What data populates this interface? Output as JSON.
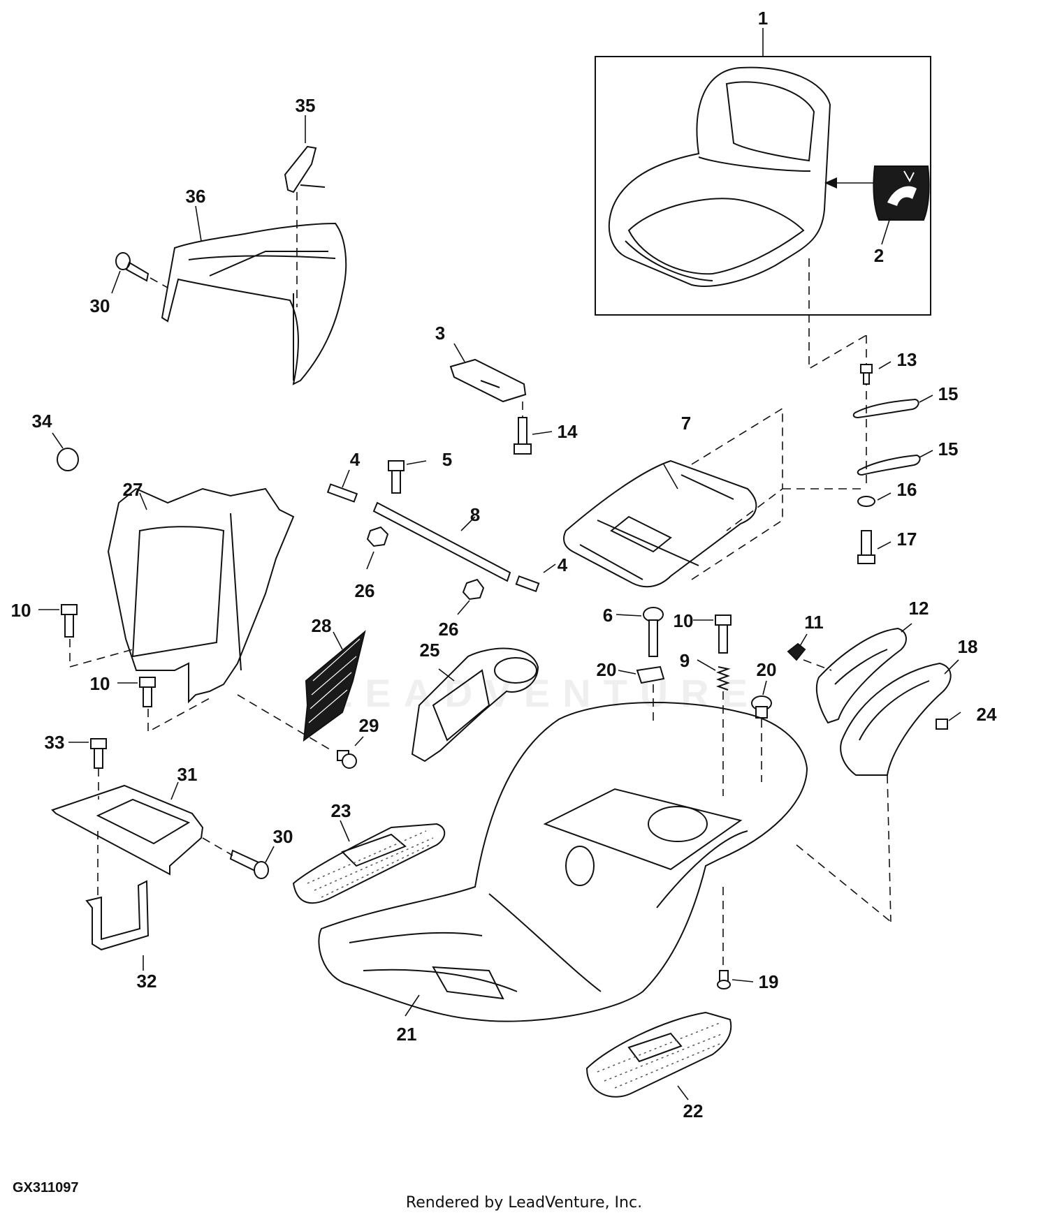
{
  "diagram": {
    "figure_id": "GX311097",
    "credit": "Rendered by LeadVenture, Inc.",
    "watermark": "LEADVENTURE",
    "callouts": [
      "1",
      "2",
      "3",
      "4",
      "4",
      "5",
      "6",
      "7",
      "8",
      "9",
      "10",
      "10",
      "10",
      "11",
      "12",
      "13",
      "14",
      "15",
      "15",
      "16",
      "17",
      "18",
      "19",
      "20",
      "20",
      "21",
      "22",
      "23",
      "24",
      "25",
      "26",
      "26",
      "27",
      "28",
      "29",
      "30",
      "30",
      "31",
      "32",
      "33",
      "34",
      "35",
      "36"
    ]
  }
}
